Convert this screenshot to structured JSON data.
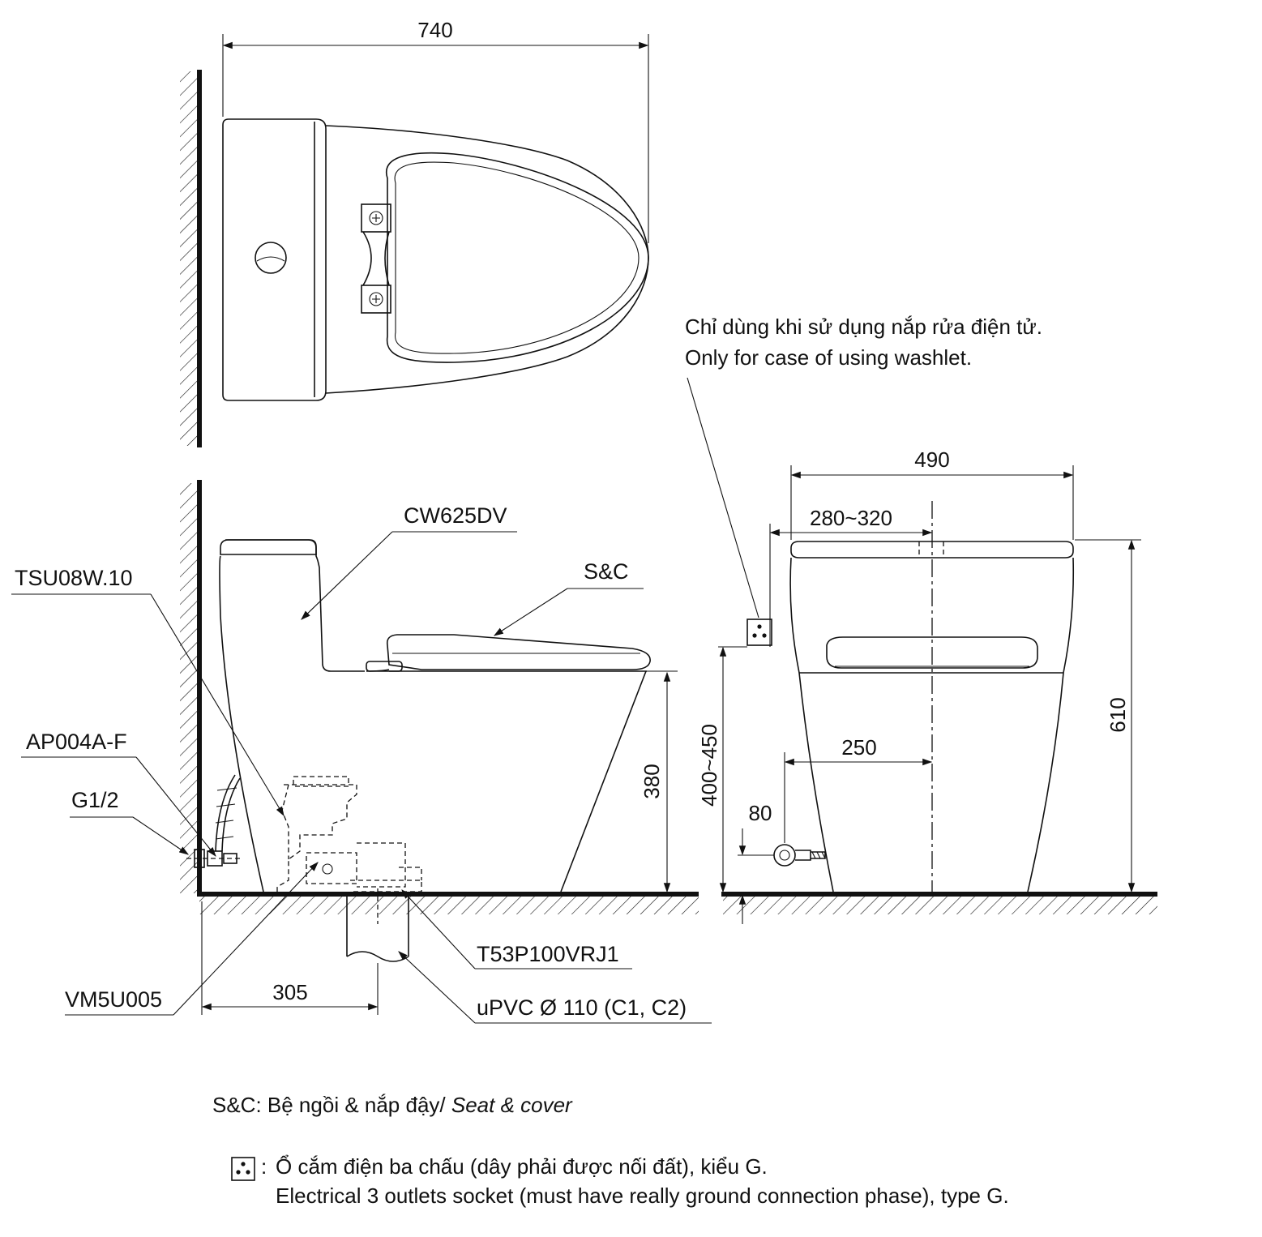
{
  "dimensions": {
    "top_width": "740",
    "side_offset": "305",
    "seat_height": "380",
    "front_width": "490",
    "outlet_range": "280~320",
    "supply_offset": "250",
    "supply_height": "80",
    "outlet_height": "400~450",
    "total_height": "610"
  },
  "parts": {
    "body": "CW625DV",
    "seat_cover": "S&C",
    "supply_hose": "TSU08W.10",
    "angle_valve": "AP004A-F",
    "thread": "G1/2",
    "flange": "VM5U005",
    "adapter": "T53P100VRJ1",
    "drain_pipe": "uPVC Ø 110 (C1, C2)"
  },
  "washlet_note": {
    "line_vi": "Chỉ dùng khi sử dụng nắp rửa điện tử.",
    "line_en": "Only for case of using washlet."
  },
  "legend": {
    "sc_prefix": "S&C: Bệ ngồi & nắp đậy/ ",
    "sc_italic": "Seat & cover",
    "socket_sep": ":",
    "socket_vi": "Ổ cắm điện ba chấu (dây phải được nối đất), kiểu G.",
    "socket_en": "Electrical 3 outlets socket (must have really ground connection phase), type G."
  },
  "icons": {
    "socket": "power-socket-icon"
  }
}
